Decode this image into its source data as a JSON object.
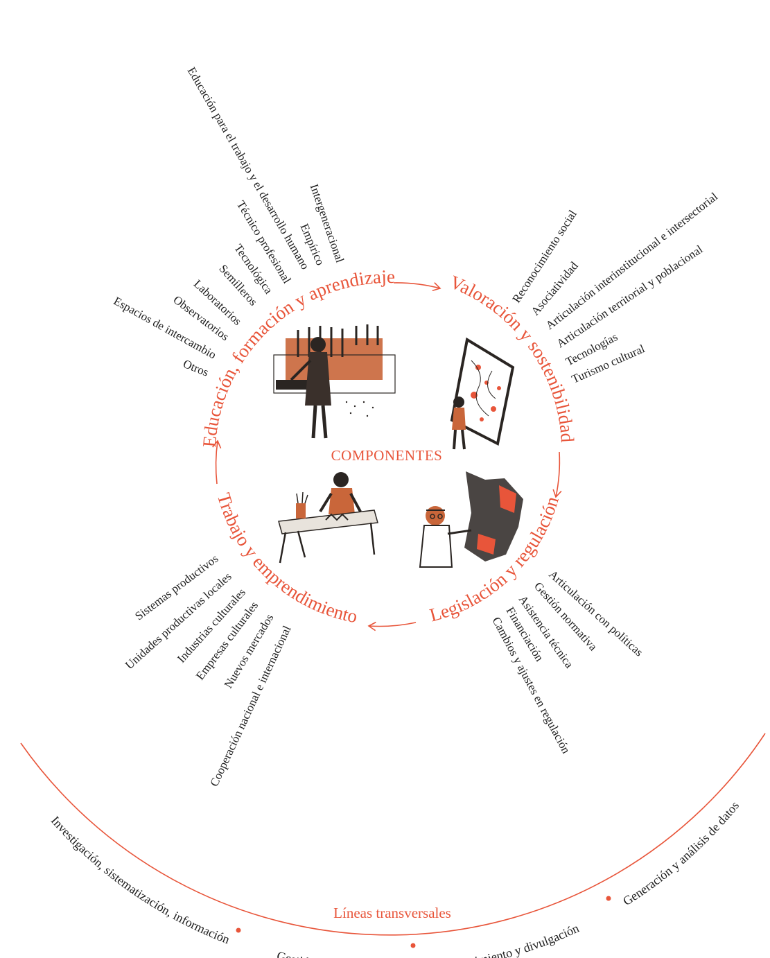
{
  "center_label": "COMPONENTES",
  "components": [
    {
      "title": "Educación, formación y aprendizaje",
      "items": [
        "Educación para el trabajo y el desarrollo humano",
        "Intergeneracional",
        "Empírico",
        "Técnico profesional",
        "Tecnológica",
        "Semilleros",
        "Laboratorios",
        "Observatorios",
        "Espacios de intercambio",
        "Otros"
      ]
    },
    {
      "title": "Valoración y sostenibilidad",
      "items": [
        "Reconocimiento social",
        "Asociatividad",
        "Articulación interinstitucional e intersectorial",
        "Articulación territorial y poblacional",
        "Tecnologías",
        "Turismo cultural"
      ]
    },
    {
      "title": "Legislación y regulación",
      "items": [
        "Articulación con políticas",
        "Gestión normativa",
        "Asistencia técnica",
        "Financiación",
        "Cambios y ajustes en regulación"
      ]
    },
    {
      "title": "Trabajo y emprendimiento",
      "items": [
        "Sistemas productivos",
        "Unidades productivas locales",
        "Industrias culturales",
        "Empresas culturales",
        "Nuevos mercados",
        "Cooperación nacional e internacional"
      ]
    }
  ],
  "transversal": {
    "title": "Líneas transversales",
    "items": [
      "Investigación, sistematización, información",
      "Gestión y participación",
      "Conocimiento y divulgación",
      "Generación y análisis de datos"
    ]
  },
  "illustrations": [
    "blacksmith-illustration",
    "painter-illustration",
    "artisan-illustration",
    "designer-illustration"
  ],
  "colors": {
    "accent": "#e8553a",
    "text": "#1e1e1e",
    "sketch": "#2a2522"
  }
}
